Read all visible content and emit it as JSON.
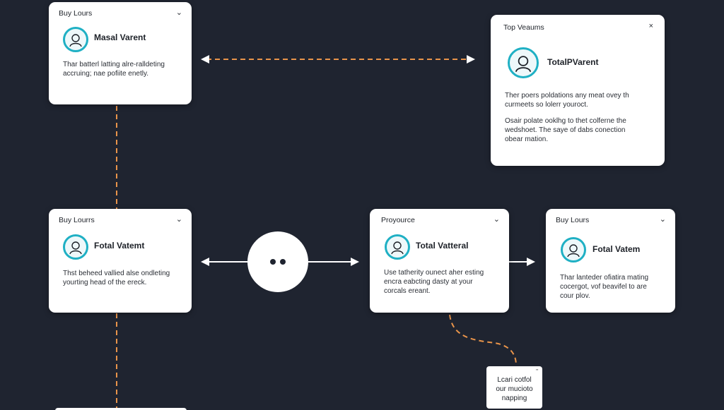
{
  "colors": {
    "background": "#1f2430",
    "dashed_connector": "#e9944a",
    "solid_connector": "#ffffff",
    "avatar_ring": "#1fb0c4"
  },
  "cards": {
    "top_left": {
      "header": "Buy Lours",
      "control_icon": "chevron-down-icon",
      "name": "Masal Varent",
      "body": [
        "Thar batterl latting alre-ralldeting",
        "accruing; nae pofiite enetly."
      ]
    },
    "top_right": {
      "header": "Top Veaums",
      "control_icon": "close-icon",
      "name": "TotalPVarent",
      "body": [
        "Ther poers poldations any meat ovey th",
        "curmeets so lolerr youroct.",
        "",
        "Osair polate ooklhg to thet colferne the",
        "wedshoet. The saye of dabs conection",
        "obear mation."
      ]
    },
    "mid_left": {
      "header": "Buy Lourrs",
      "control_icon": "chevron-down-icon",
      "name": "Fotal Vatemt",
      "body": [
        "Thst beheed vallied alse ondleting",
        "yourting head of the ereck."
      ]
    },
    "mid_center": {
      "header": "Proyource",
      "control_icon": "chevron-down-icon",
      "name": "Total Vatteral",
      "body": [
        "Use tatherity ounect aher esting",
        "encra eabcting dasty at your",
        "corcals ereant."
      ]
    },
    "mid_right": {
      "header": "Buy Lours",
      "control_icon": "chevron-down-icon",
      "name": "Fotal Vatem",
      "body": [
        "Thar lanteder ofiatira mating",
        "cocergot, vof beavifel to are",
        "cour plov."
      ]
    }
  },
  "hub": {
    "icon": "ellipsis-icon"
  },
  "note": {
    "lines": [
      "Lcari cotfol",
      "our mucioto",
      "napping"
    ],
    "corner_mark": "\""
  }
}
